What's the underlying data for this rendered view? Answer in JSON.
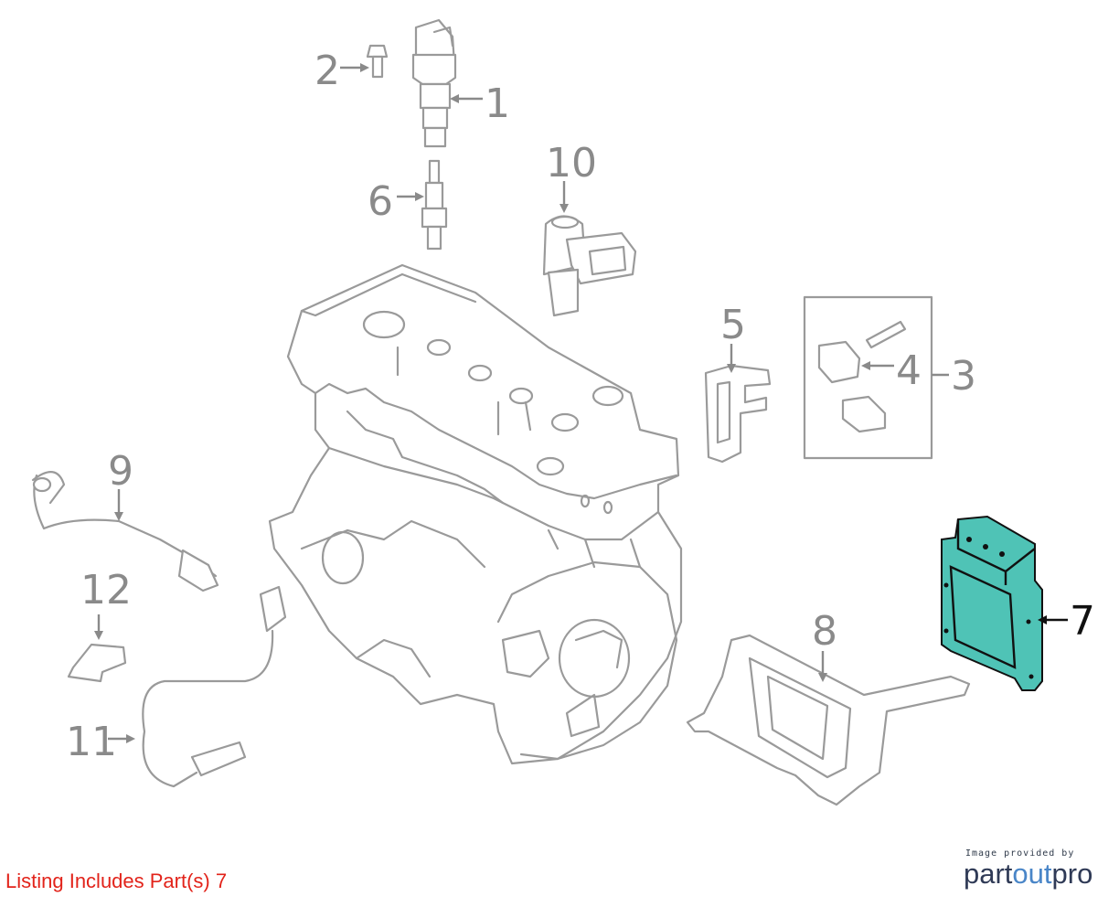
{
  "diagram": {
    "callouts": [
      "1",
      "2",
      "3",
      "4",
      "5",
      "6",
      "7",
      "8",
      "9",
      "10",
      "11",
      "12"
    ],
    "highlight_color": "#4fc3b6",
    "line_color": "#9a9a9a"
  },
  "footer": {
    "listing_text": "Listing Includes Part(s) 7",
    "listing_color": "#e2231a",
    "credit_small": "Image provided by",
    "credit_brand_part": "part",
    "credit_brand_out": "out",
    "credit_brand_pro": "pro"
  }
}
